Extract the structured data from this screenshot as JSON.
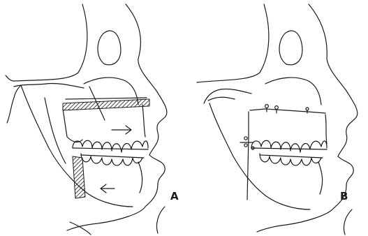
{
  "panels": [
    {
      "id": "A",
      "label": "A"
    },
    {
      "id": "B",
      "label": "B"
    }
  ],
  "colors": {
    "ink": "#1a1a1a",
    "background": "#ffffff"
  }
}
